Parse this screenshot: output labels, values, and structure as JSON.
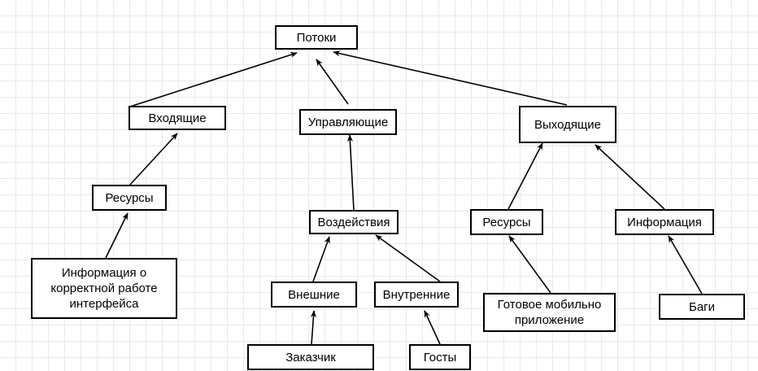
{
  "diagram": {
    "nodes": [
      {
        "id": "potoki",
        "label": "Потоки"
      },
      {
        "id": "vkhodyashchie",
        "label": "Входящие"
      },
      {
        "id": "upravlyayushchie",
        "label": "Управляющие"
      },
      {
        "id": "vykhodyashchie",
        "label": "Выходящие"
      },
      {
        "id": "resursy_in",
        "label": "Ресурсы"
      },
      {
        "id": "info_correct",
        "label": "Информация о\nкорректной работе\nинтерфейса"
      },
      {
        "id": "vozdeystviya",
        "label": "Воздействия"
      },
      {
        "id": "vneshnie",
        "label": "Внешние"
      },
      {
        "id": "vnutrennie",
        "label": "Внутренние"
      },
      {
        "id": "zakazchik",
        "label": "Заказчик"
      },
      {
        "id": "gosty",
        "label": "Госты"
      },
      {
        "id": "resursy_out",
        "label": "Ресурсы"
      },
      {
        "id": "gotovoe",
        "label": "Готовое мобильно\nприложение"
      },
      {
        "id": "informatsiya",
        "label": "Информация"
      },
      {
        "id": "bagi",
        "label": "Баги"
      }
    ],
    "edges": [
      {
        "from": "vkhodyashchie",
        "to": "potoki"
      },
      {
        "from": "upravlyayushchie",
        "to": "potoki"
      },
      {
        "from": "vykhodyashchie",
        "to": "potoki"
      },
      {
        "from": "resursy_in",
        "to": "vkhodyashchie"
      },
      {
        "from": "info_correct",
        "to": "resursy_in"
      },
      {
        "from": "vozdeystviya",
        "to": "upravlyayushchie"
      },
      {
        "from": "vneshnie",
        "to": "vozdeystviya"
      },
      {
        "from": "vnutrennie",
        "to": "vozdeystviya"
      },
      {
        "from": "zakazchik",
        "to": "vneshnie"
      },
      {
        "from": "gosty",
        "to": "vnutrennie"
      },
      {
        "from": "resursy_out",
        "to": "vykhodyashchie"
      },
      {
        "from": "informatsiya",
        "to": "vykhodyashchie"
      },
      {
        "from": "gotovoe",
        "to": "resursy_out"
      },
      {
        "from": "bagi",
        "to": "informatsiya"
      }
    ]
  }
}
